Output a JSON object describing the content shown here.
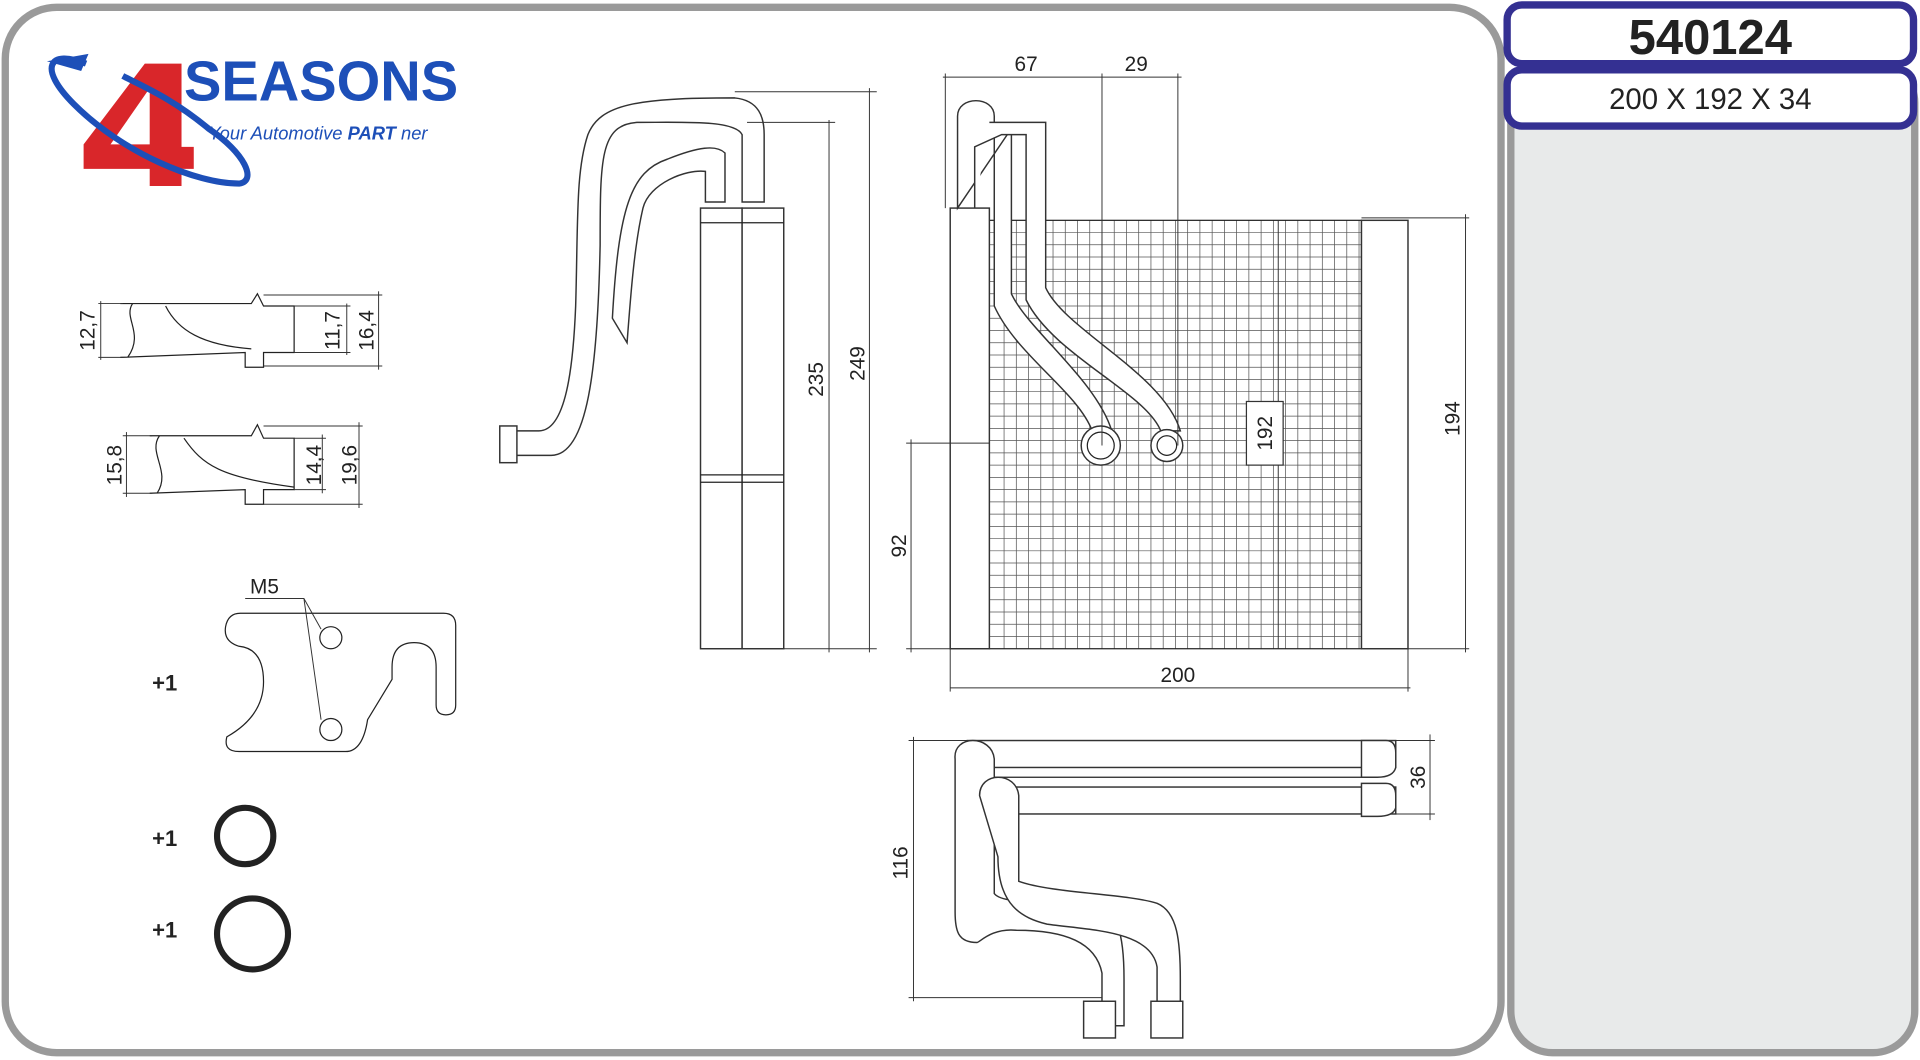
{
  "brand": {
    "name": "SEASONS",
    "numeral": "4",
    "tagline_pre": "Your Automotive ",
    "tagline_bold": "PART",
    "tagline_post": " ner",
    "colors": {
      "blue": "#1d4fb8",
      "red": "#d9262a"
    }
  },
  "header": {
    "part_number": "540124",
    "dimensions": "200 X 192 X 34",
    "border_color": "#343092"
  },
  "fittings": [
    {
      "outer_left": "12,7",
      "inner": "11,7",
      "outer": "16,4"
    },
    {
      "outer_left": "15,8",
      "inner": "14,4",
      "outer": "19,6"
    }
  ],
  "accessories": {
    "bracket_thread": "M5",
    "bracket_qty": "+1",
    "oring_small_qty": "+1",
    "oring_large_qty": "+1"
  },
  "side_view": {
    "dim_235": "235",
    "dim_249": "249"
  },
  "front_view": {
    "dim_67": "67",
    "dim_29": "29",
    "dim_200": "200",
    "dim_194": "194",
    "dim_192": "192",
    "dim_92": "92"
  },
  "top_view": {
    "dim_116": "116",
    "dim_36": "36"
  }
}
